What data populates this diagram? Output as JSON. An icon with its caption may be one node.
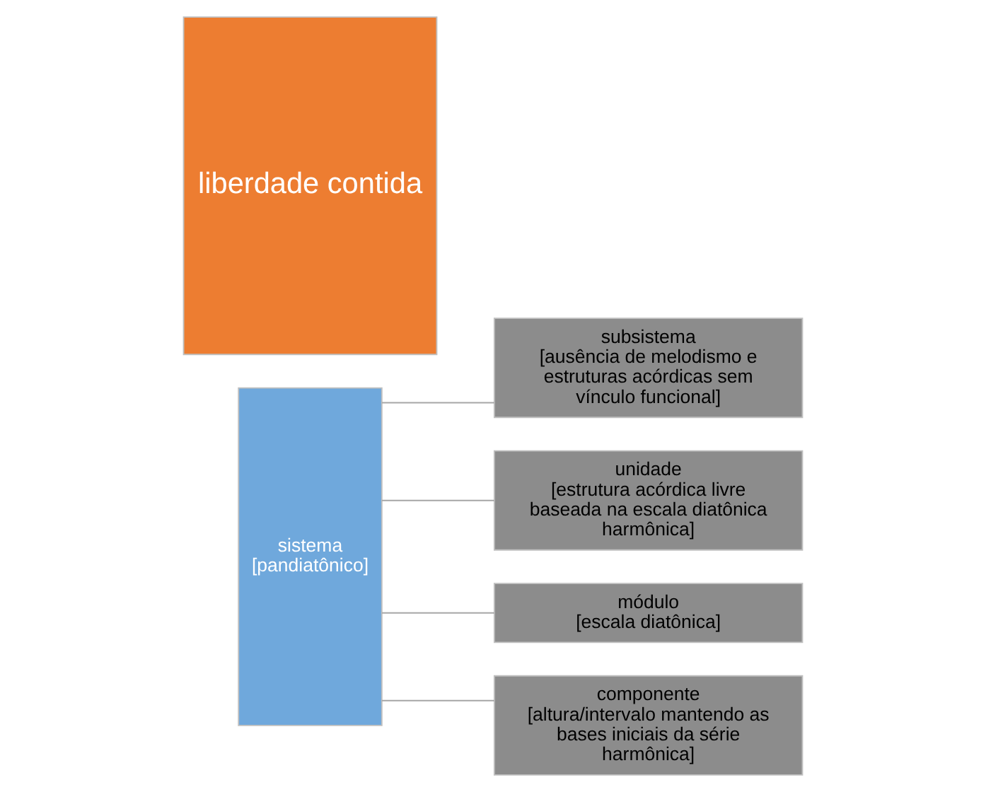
{
  "diagram": {
    "nodes": [
      {
        "text": [
          "sistema",
          "[pandiatônico]"
        ]
      },
      {
        "text": [
          "subsistema",
          "[ausência de melodismo e estruturas acórdicas sem vínculo funcional]"
        ]
      },
      {
        "text": [
          "unidade",
          "[estrutura acórdica livre baseada na escala diatônica harmônica]"
        ]
      },
      {
        "text": [
          "módulo",
          "[escala diatônica]"
        ]
      },
      {
        "text": [
          "componente",
          "[altura/intervalo mantendo as bases iniciais da série harmônica]"
        ]
      },
      {
        "text": [
          "liberdade contida"
        ]
      }
    ],
    "edges": [
      {
        "from": 0,
        "to": 1,
        "arrow": "none"
      },
      {
        "from": 0,
        "to": 2,
        "arrow": "none"
      },
      {
        "from": 0,
        "to": 3,
        "arrow": "none"
      },
      {
        "from": 0,
        "to": 4,
        "arrow": "none"
      }
    ]
  }
}
